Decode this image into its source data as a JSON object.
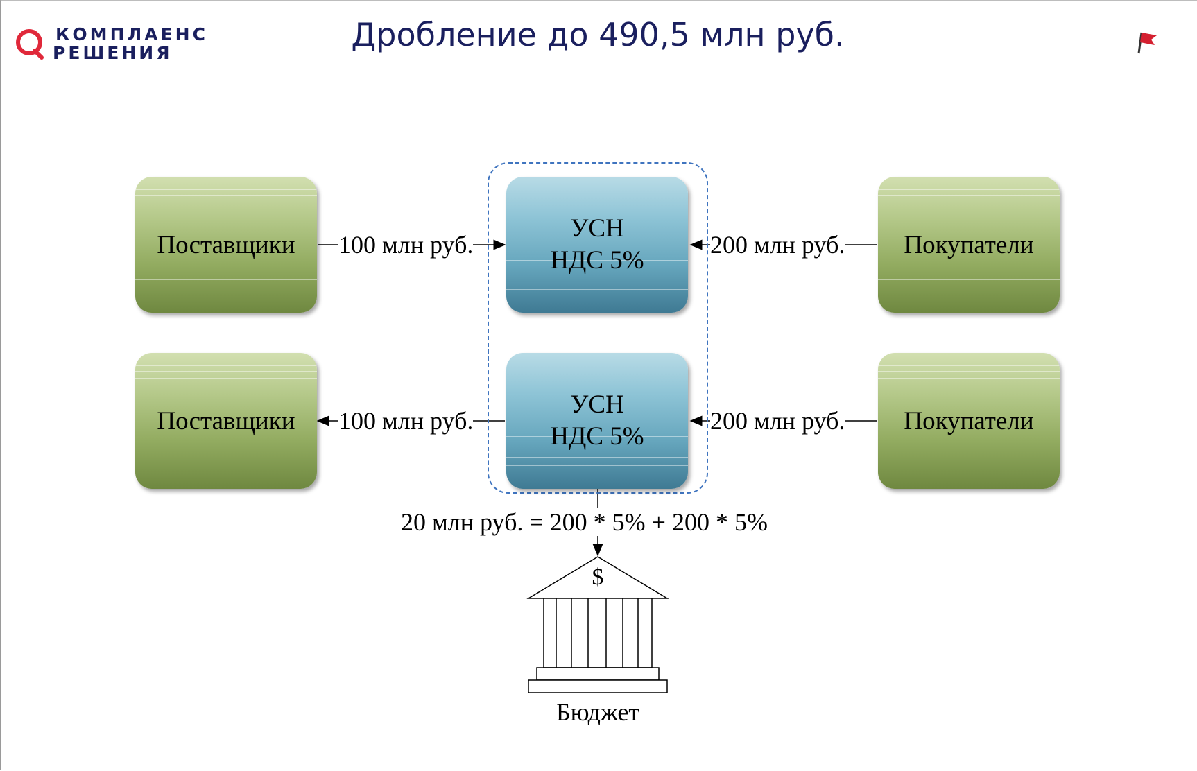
{
  "header": {
    "logo_line1": "КОМПЛАЕНС",
    "logo_line2": "РЕШЕНИЯ",
    "title": "Дробление до 490,5 млн руб.",
    "brand_color": "#e0283a",
    "title_color": "#1a1f5e"
  },
  "diagram": {
    "rows": [
      {
        "supplier": "Поставщики",
        "supplier_flow": "100 млн руб.",
        "supplier_flow_direction": "to-company",
        "company_line1": "УСН",
        "company_line2": "НДС 5%",
        "buyer_flow": "200 млн руб.",
        "buyer": "Покупатели"
      },
      {
        "supplier": "Поставщики",
        "supplier_flow": "100 млн руб.",
        "supplier_flow_direction": "to-supplier",
        "company_line1": "УСН",
        "company_line2": "НДС 5%",
        "buyer_flow": "200 млн руб.",
        "buyer": "Покупатели"
      }
    ],
    "tax_formula": "20 млн руб. = 200 * 5% + 200 * 5%",
    "bank_symbol": "$",
    "bank_label": "Бюджет",
    "colors": {
      "party": "#92ab60",
      "company": "#66a6bd",
      "group_border": "#3f74bf"
    }
  }
}
